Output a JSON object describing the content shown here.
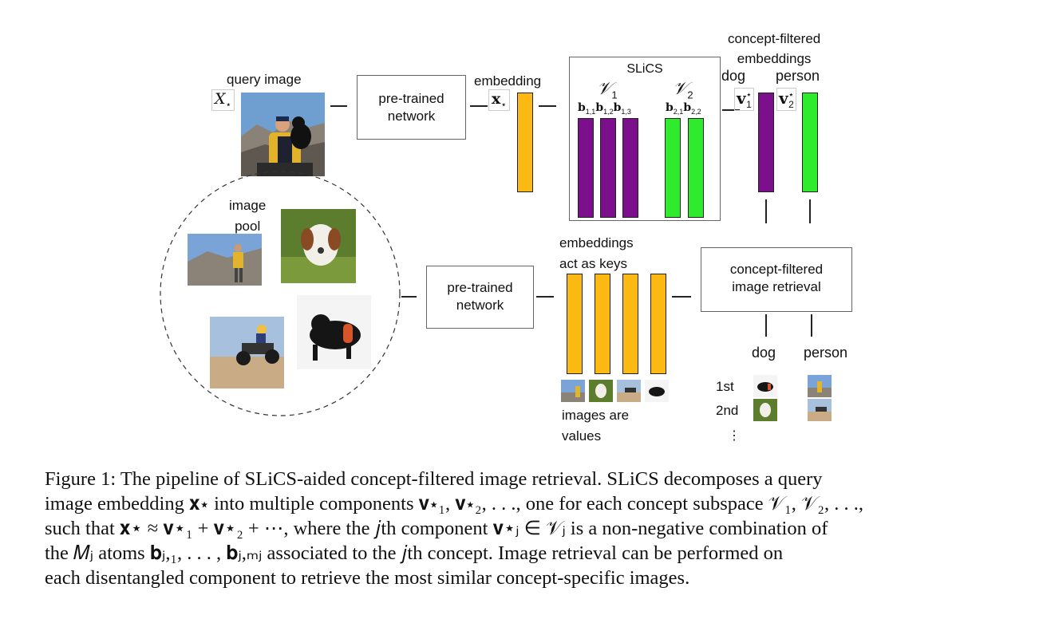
{
  "figure": {
    "query_image_label": "query image",
    "query_symbol": "X",
    "query_symbol_sub": "⋆",
    "pretrained_label": "pre-trained\nnetwork",
    "embedding_label": "embedding",
    "embedding_symbol": "x",
    "embedding_symbol_sub": "⋆",
    "slics_label": "SLiCS",
    "subspace1": {
      "name": "𝒱",
      "sub": "1",
      "atoms": [
        "b",
        "b",
        "b"
      ],
      "atom_subs": [
        "1,1",
        "1,2",
        "1,3"
      ]
    },
    "subspace2": {
      "name": "𝒱",
      "sub": "2",
      "atoms": [
        "b",
        "b"
      ],
      "atom_subs": [
        "2,1",
        "2,2"
      ]
    },
    "concept_filtered_embeddings_label": "concept-filtered\nembeddings",
    "dog_label": "dog",
    "person_label": "person",
    "v1_symbol": "v",
    "v1_sub": "1",
    "v2_symbol": "v",
    "v2_sub": "2",
    "v_sup": "⋆",
    "image_pool_label": "image\npool",
    "keys_label": "embeddings\nact as keys",
    "values_label": "images are\nvalues",
    "retrieval_label": "concept-filtered\nimage retrieval",
    "rank1": "1st",
    "rank2": "2nd",
    "rank_more": "⋮",
    "colors": {
      "embedding": "#FDB913",
      "subspace1": "#7B0F8C",
      "subspace2": "#2EEB2E"
    }
  },
  "caption": {
    "line1": "Figure 1: The pipeline of SLiCS-aided concept-filtered image retrieval. SLiCS decomposes a query",
    "line2": "image embedding 𝐱⋆ into multiple components 𝐯⋆₁, 𝐯⋆₂, . . ., one for each concept subspace 𝒱₁, 𝒱₂, . . .,",
    "line3": "such that 𝐱⋆ ≈ 𝐯⋆₁ + 𝐯⋆₂ + ⋯, where the 𝑗th component 𝐯⋆ⱼ ∈ 𝒱ⱼ is a non-negative combination of",
    "line4": "the 𝑀ⱼ atoms 𝐛ⱼ,₁, . . . , 𝐛ⱼ,ₘⱼ associated to the 𝑗th concept. Image retrieval can be performed on",
    "line5": "each disentangled component to retrieve the most similar concept-specific images."
  }
}
